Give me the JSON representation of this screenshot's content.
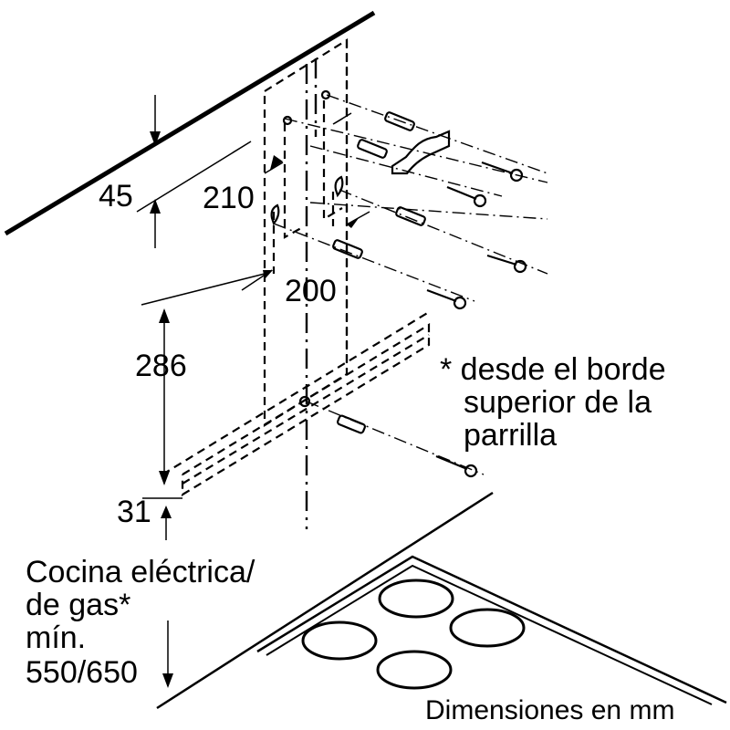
{
  "dimensions": {
    "d45": "45",
    "d210": "210",
    "d200": "200",
    "d286": "286",
    "d31": "31",
    "min_label_1": "mín.",
    "min_label_2": "550/650"
  },
  "note": {
    "line1": "* desde el borde",
    "line2": "superior de la",
    "line3": "parrilla"
  },
  "cooktop_label": {
    "line1": "Cocina eléctrica/",
    "line2": "de gas*"
  },
  "footer": {
    "units": "Dimensiones en mm"
  }
}
